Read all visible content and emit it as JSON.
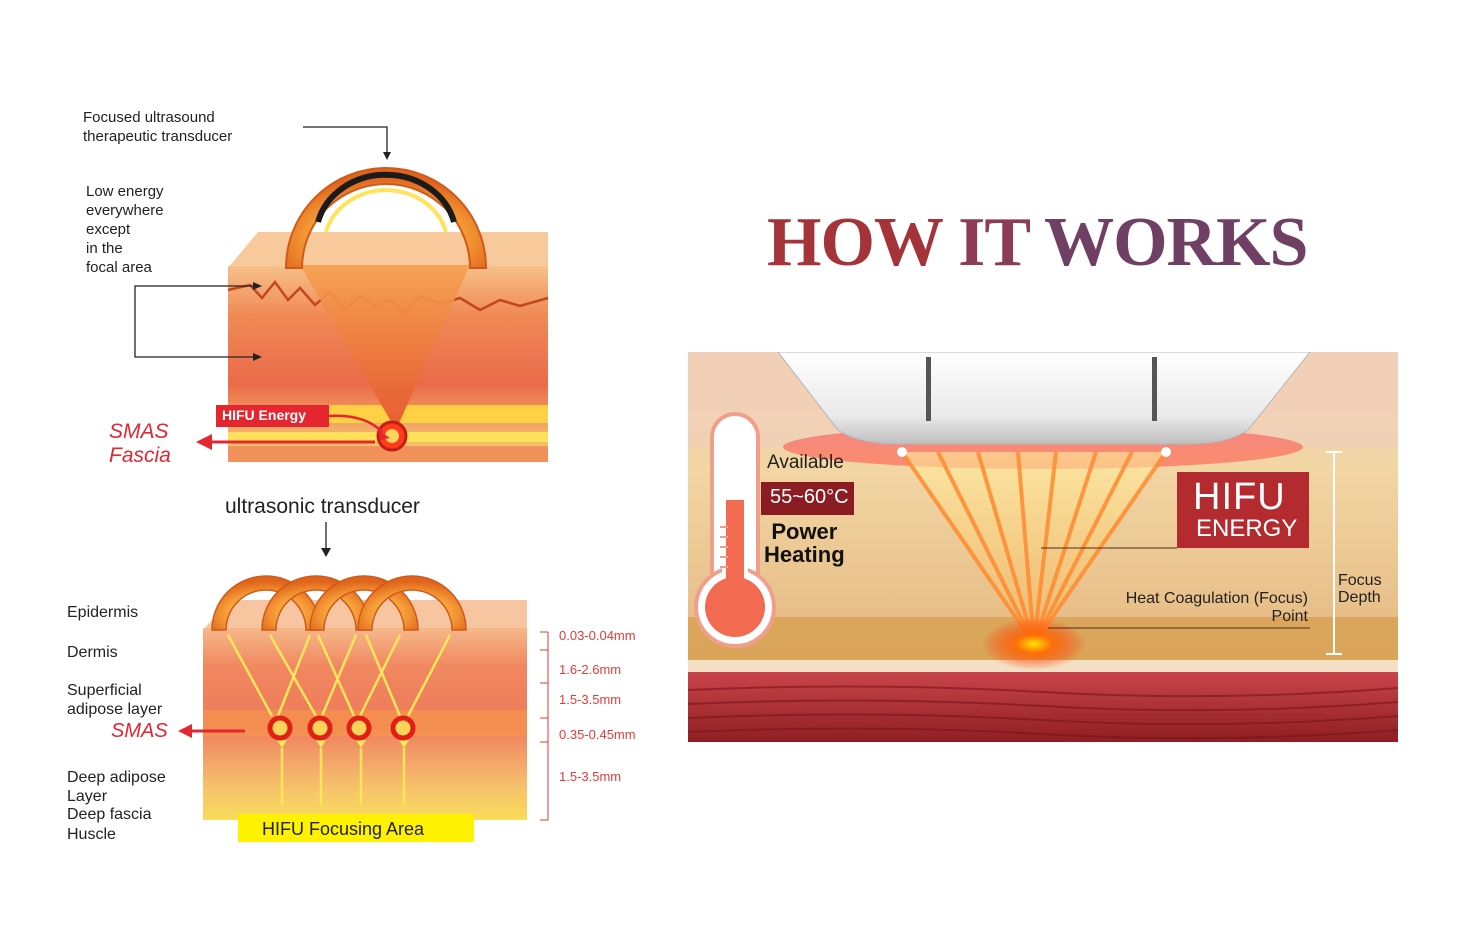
{
  "top_left": {
    "transducer_label_l1": "Focused ultrasound",
    "transducer_label_l2": "therapeutic transducer",
    "low_energy_l1": "Low energy",
    "low_energy_l2": "everywhere",
    "low_energy_l3": "except",
    "low_energy_l4": "in the",
    "low_energy_l5": "focal area",
    "hifu_energy_tag": "HIFU Energy",
    "smas_l1": "SMAS",
    "smas_l2": "Fascia"
  },
  "bottom_left": {
    "transducer_label": "ultrasonic transducer",
    "layers": {
      "epidermis": "Epidermis",
      "dermis": "Dermis",
      "superficial_l1": "Superficial",
      "superficial_l2": "adipose layer",
      "smas": "SMAS",
      "deep_adipose_l1": "Deep adipose",
      "deep_adipose_l2": "Layer",
      "deep_fascia": "Deep fascia",
      "muscle": "Huscle"
    },
    "depths": [
      "0.03-0.04mm",
      "1.6-2.6mm",
      "1.5-3.5mm",
      "0.35-0.45mm",
      "1.5-3.5mm"
    ],
    "focusing_area": "HIFU Focusing Area"
  },
  "title": {
    "w1": "HOW",
    "w2": "IT",
    "w3": "WORKS"
  },
  "right_panel": {
    "available": "Available",
    "temperature": "55~60°C",
    "power_l1": "Power",
    "power_l2": "Heating",
    "hifu_l1": "HIFU",
    "hifu_l2": "ENERGY",
    "heat_l1": "Heat Coagulation (Focus)",
    "heat_l2": "Point",
    "focus_l1": "Focus",
    "focus_l2": "Depth"
  },
  "colors": {
    "title_red": "#a5343a",
    "title_purple": "#6f4063",
    "label_red": "#e3262f",
    "hifu_box": "#b32a2f",
    "focus_yellow": "#fff200"
  }
}
